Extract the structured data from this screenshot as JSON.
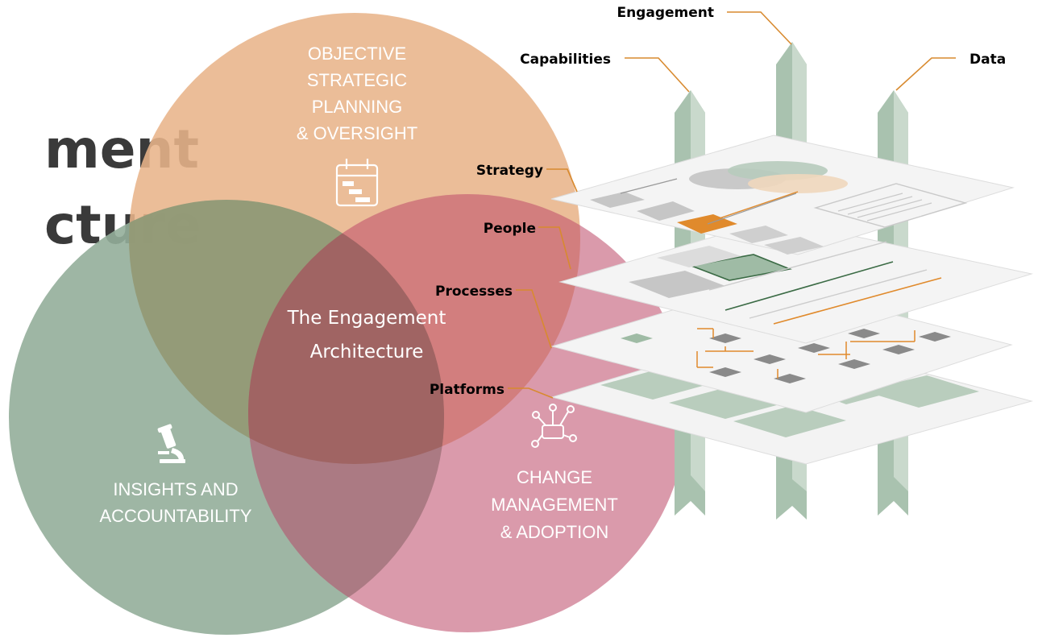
{
  "title": {
    "line1": "ment",
    "line2": "cture"
  },
  "venn": {
    "top": {
      "lines": [
        "OBJECTIVE",
        "STRATEGIC",
        "PLANNING",
        "& OVERSIGHT"
      ],
      "icon": "gantt-chart-icon",
      "color": "#e8b48a"
    },
    "left": {
      "lines": [
        "INSIGHTS AND",
        "ACCOUNTABILITY"
      ],
      "icon": "microscope-icon",
      "color": "#93ae9a"
    },
    "right": {
      "lines": [
        "CHANGE",
        "MANAGEMENT",
        "& ADOPTION"
      ],
      "icon": "network-icon",
      "color": "#d68a9e"
    },
    "center": {
      "lines": [
        "The Engagement",
        "Architecture"
      ]
    }
  },
  "layers": {
    "strategy": "Strategy",
    "people": "People",
    "processes": "Processes",
    "platforms": "Platforms"
  },
  "pillars": {
    "capabilities": "Capabilities",
    "engagement": "Engagement",
    "data": "Data"
  },
  "colors": {
    "accent_orange": "#e08a2c",
    "pillar_green": "#a9c2af",
    "layer_fill": "#f4f4f4",
    "title": "#3a3a3a"
  }
}
